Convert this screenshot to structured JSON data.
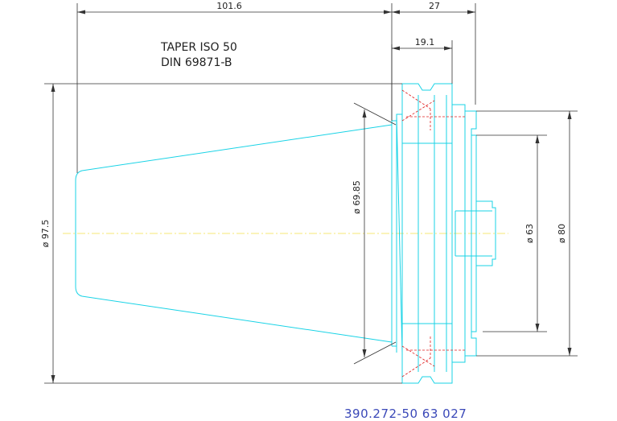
{
  "drawing": {
    "taper_line1": "TAPER ISO 50",
    "taper_line2": "DIN 69871-B",
    "part_number": "390.272-50 63 027"
  },
  "dimensions": {
    "overall_length": "101.6",
    "flange_length": "27",
    "flange_width": "19.1",
    "taper_diameter": "ø 69.85",
    "flange_diameter": "ø 97.5",
    "bore_diameter": "ø 63",
    "outer_diameter": "ø 80"
  },
  "colors": {
    "outline": "#19d3e6",
    "dimension": "#333333",
    "hidden": "#e02020",
    "centerline": "#f2e04a",
    "part_number": "#3a48b8"
  }
}
